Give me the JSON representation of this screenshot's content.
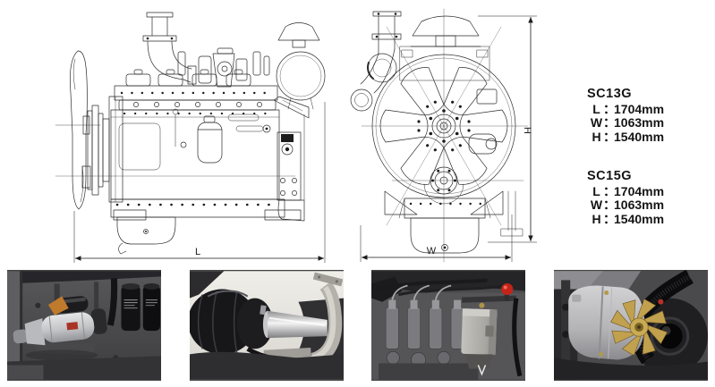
{
  "diagram": {
    "length_label": "L",
    "width_label": "W",
    "height_label": "H",
    "line_color": "#2b2b2b"
  },
  "specs": {
    "colon": "：",
    "models": [
      {
        "name": "SC13G",
        "dims": [
          {
            "label": "L",
            "value": "1704mm"
          },
          {
            "label": "W",
            "value": "1063mm"
          },
          {
            "label": "H",
            "value": "1540mm"
          }
        ]
      },
      {
        "name": "SC15G",
        "dims": [
          {
            "label": "L",
            "value": "1704mm"
          },
          {
            "label": "W",
            "value": "1063mm"
          },
          {
            "label": "H",
            "value": "1540mm"
          }
        ]
      }
    ]
  },
  "photos": [
    {
      "id": "starter-motor",
      "accent_color": "#c07a2c"
    },
    {
      "id": "air-intake-hose",
      "accent_color": "#17171a"
    },
    {
      "id": "fuel-injection-pump",
      "accent_color": "#c42318"
    },
    {
      "id": "alternator",
      "accent_color": "#c2a14e"
    }
  ]
}
